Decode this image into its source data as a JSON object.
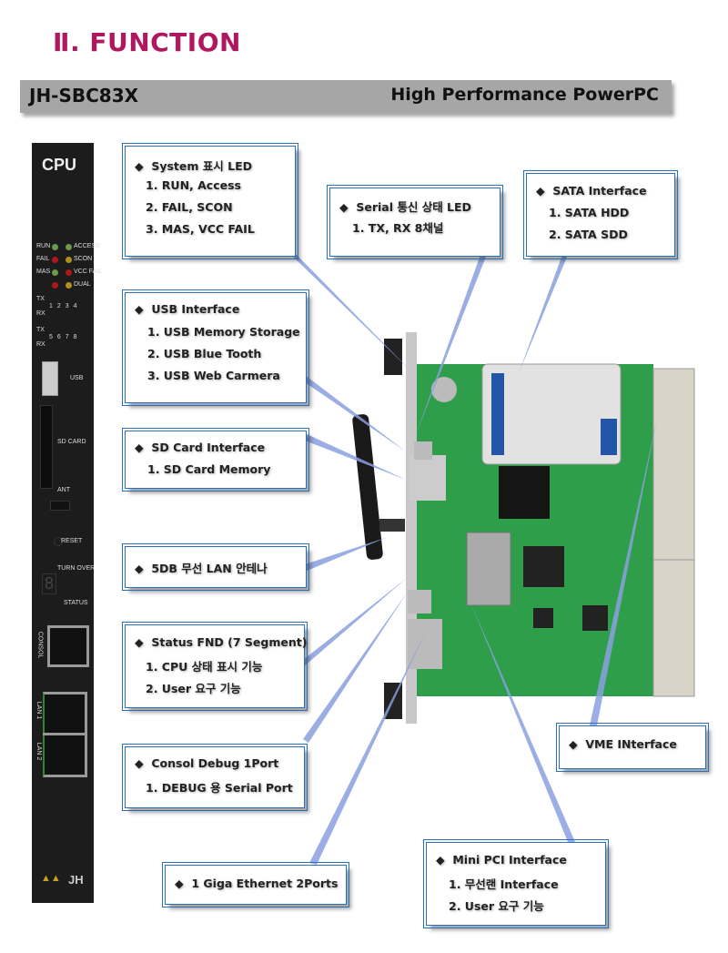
{
  "title": "Ⅱ. FUNCTION",
  "header": {
    "model": "JH-SBC83X",
    "tagline": "High Performance PowerPC"
  },
  "panel": {
    "cpu": "CPU",
    "leds": [
      "RUN",
      "ACCESS",
      "FAIL",
      "SCON",
      "MAS",
      "VCC FAIL",
      "DUAL"
    ],
    "tx": "TX",
    "rx": "RX",
    "ports1": [
      "1",
      "2",
      "3",
      "4"
    ],
    "ports2": [
      "5",
      "6",
      "7",
      "8"
    ],
    "usb": "USB",
    "sd": "SD CARD",
    "ant": "ANT",
    "reset": "RESET",
    "turnover": "TURN OVER",
    "status": "STATUS",
    "consol": "CONSOL",
    "lan1": "LAN 1",
    "lan2": "LAN 2",
    "logo": "JH"
  },
  "callouts": {
    "system": {
      "heading": "System 표시 LED",
      "items": [
        "1. RUN, Access",
        "2. FAIL, SCON",
        "3. MAS, VCC FAIL"
      ]
    },
    "serial": {
      "heading": "Serial 통신 상태 LED",
      "items": [
        "1. TX, RX 8채널"
      ]
    },
    "sata": {
      "heading": "SATA Interface",
      "items": [
        "1. SATA HDD",
        "2. SATA SDD"
      ]
    },
    "usb": {
      "heading": "USB Interface",
      "items": [
        "1. USB Memory Storage",
        "2. USB Blue Tooth",
        "3. USB Web Carmera"
      ]
    },
    "sd": {
      "heading": "SD Card Interface",
      "items": [
        "1. SD Card Memory"
      ]
    },
    "wlan": {
      "heading": "5DB 무선 LAN 안테나"
    },
    "fnd": {
      "heading": "Status FND (7 Segment)",
      "items": [
        "1. CPU 상태 표시 기능",
        "2.  User 요구 기능"
      ]
    },
    "consol": {
      "heading": "Consol Debug 1Port",
      "items": [
        "1. DEBUG 용 Serial Port"
      ]
    },
    "giga": {
      "heading": "1 Giga Ethernet 2Ports"
    },
    "minipci": {
      "heading": "Mini PCI Interface",
      "items": [
        "1. 무선랜 Interface",
        "2.  User 요구 기능"
      ]
    },
    "vme": {
      "heading": "VME INterface"
    }
  },
  "bullet": "◆",
  "colors": {
    "title": "#b0175f",
    "border": "#2a6fb8",
    "board": "#2e9e4a"
  }
}
